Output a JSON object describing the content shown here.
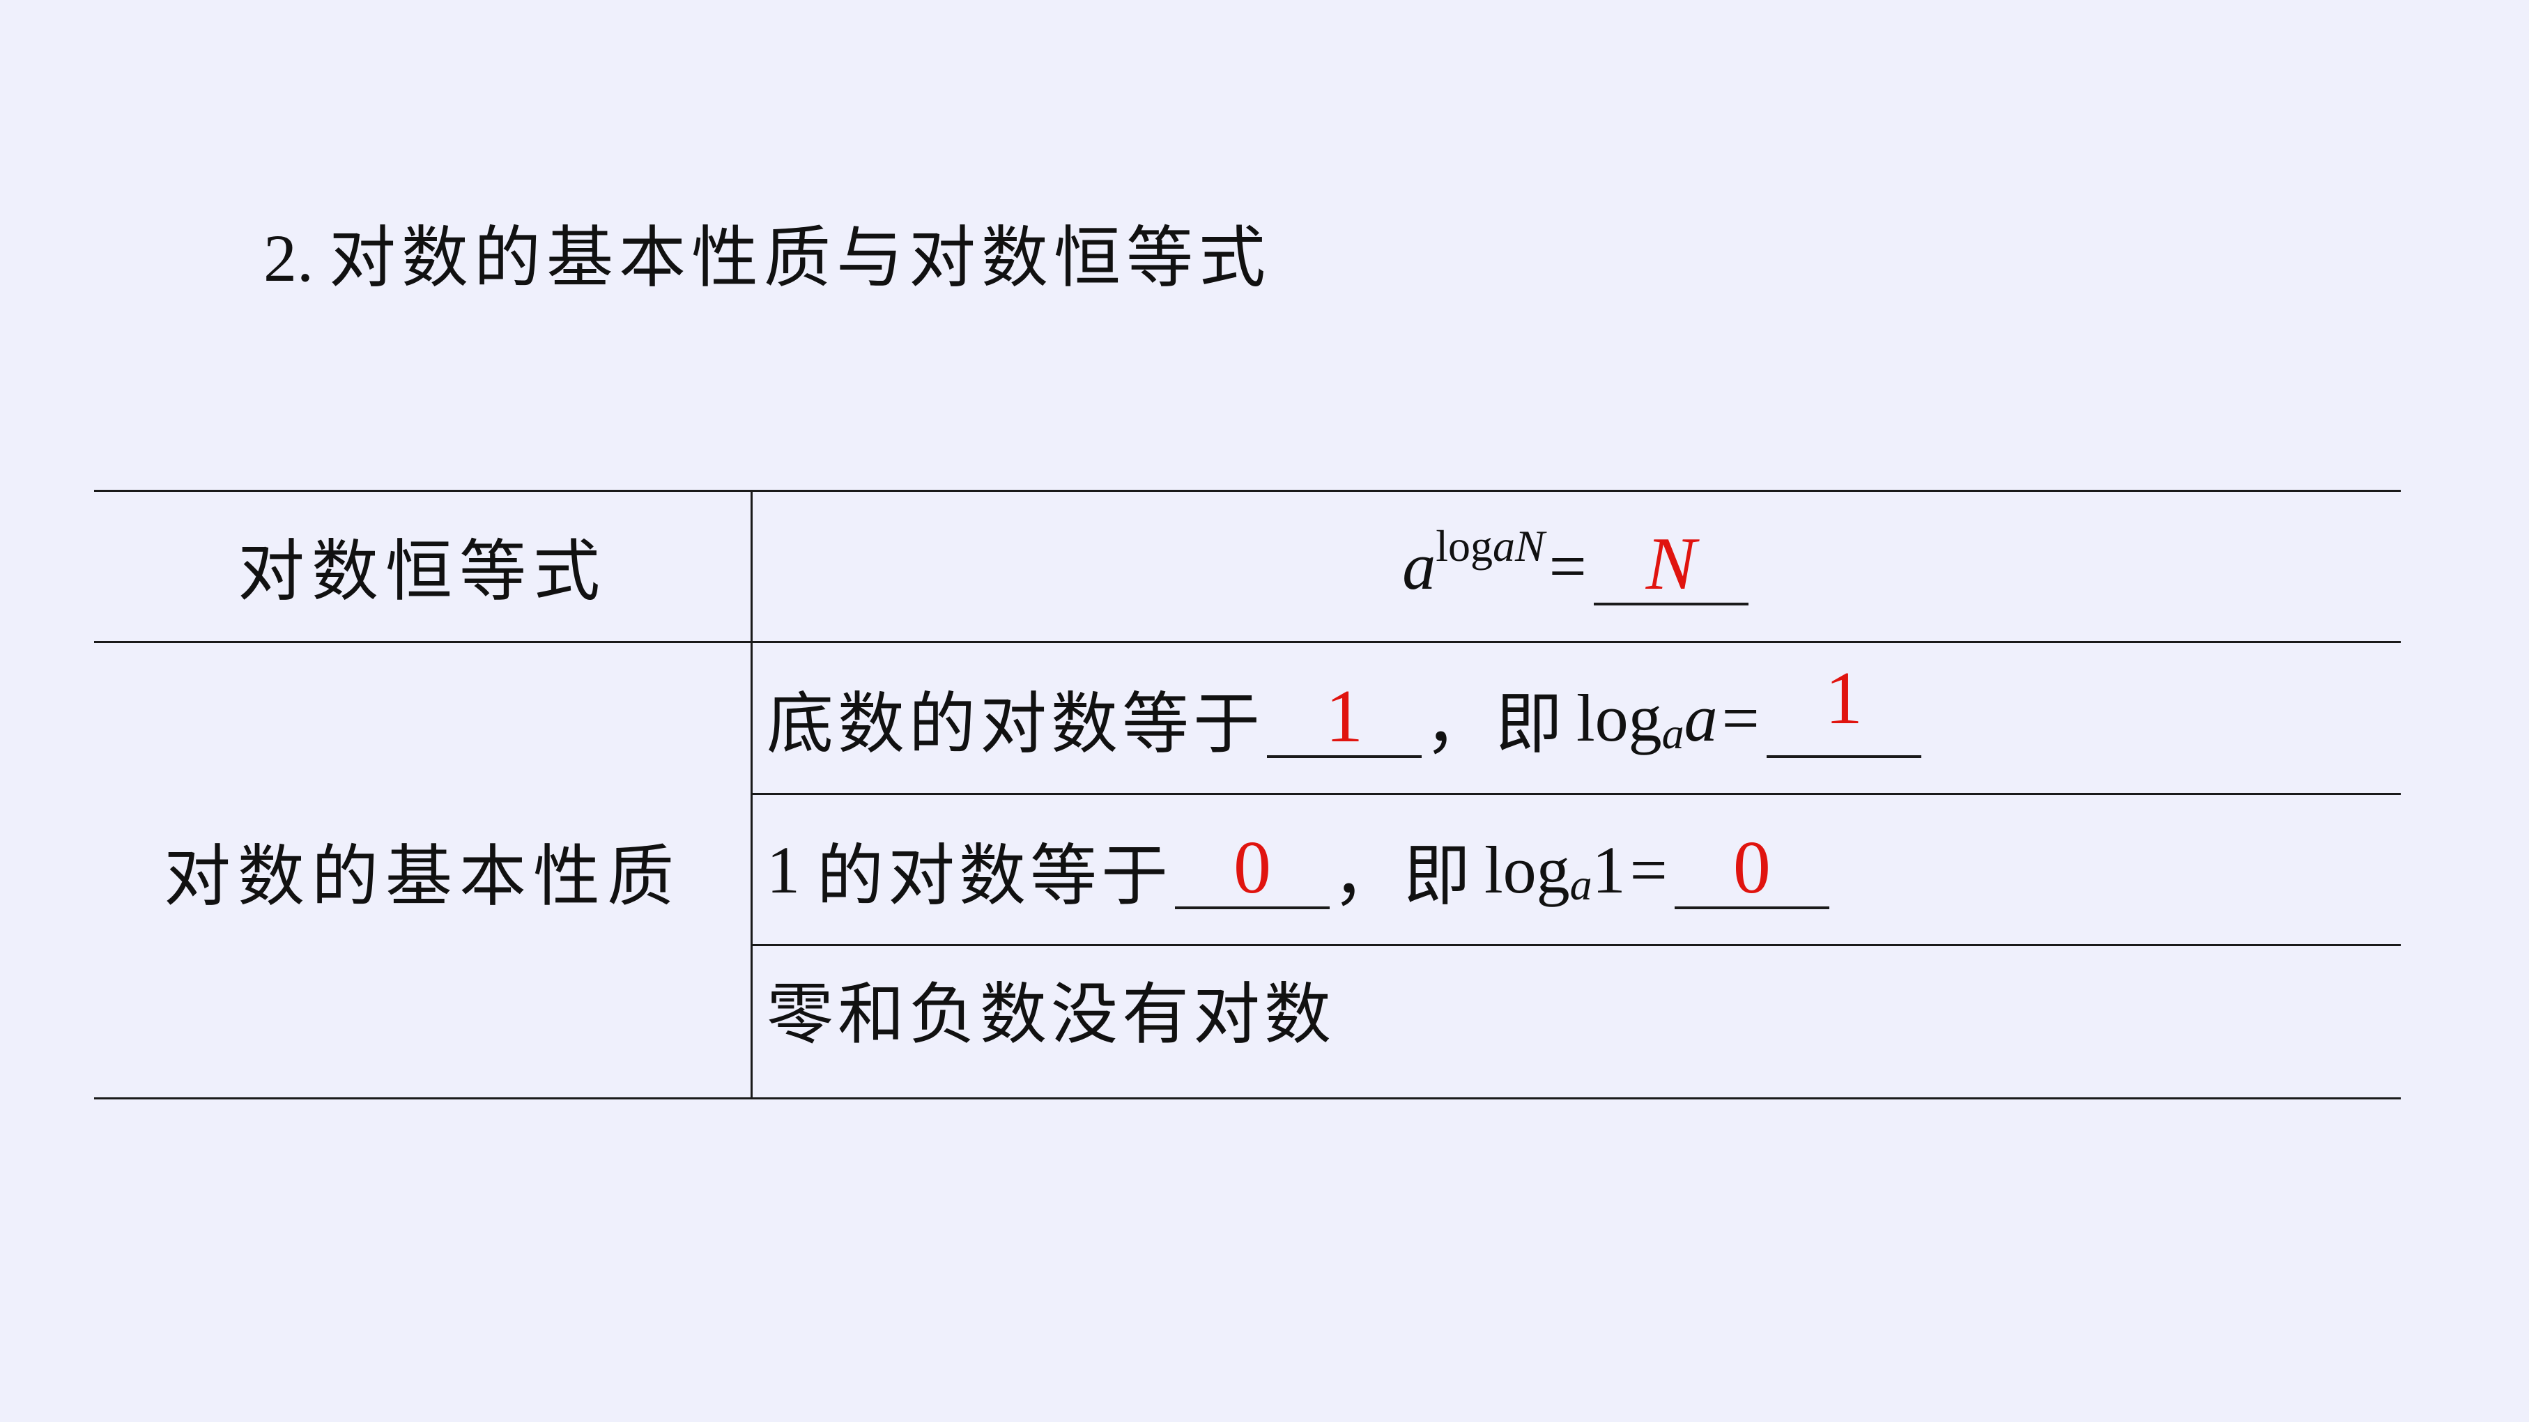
{
  "section_heading": {
    "number": "2.",
    "title": "对数的基本性质与对数恒等式"
  },
  "table": {
    "row_identity": {
      "label": "对数恒等式",
      "formula": {
        "base": "a",
        "exponent_log": "log",
        "exponent_base": "a",
        "exponent_arg": "N",
        "equals": "=",
        "answer": "N"
      }
    },
    "row_properties": {
      "label": "对数的基本性质",
      "items": [
        {
          "prefix": "底数的对数等于",
          "answer1": "1",
          "middle": "，即",
          "log": "log",
          "log_base": "a",
          "log_arg": "a",
          "equals": "=",
          "answer2": "1"
        },
        {
          "prefix_num": "1",
          "prefix": "的对数等于",
          "answer1": "0",
          "middle": "，即",
          "log": "log",
          "log_base": "a",
          "log_arg": "1",
          "equals": "=",
          "answer2": "0"
        },
        {
          "text": "零和负数没有对数"
        }
      ]
    }
  },
  "colors": {
    "background": "#EFF0FC",
    "text": "#111111",
    "answer": "#E0140F",
    "rule": "#1a1a1a"
  }
}
